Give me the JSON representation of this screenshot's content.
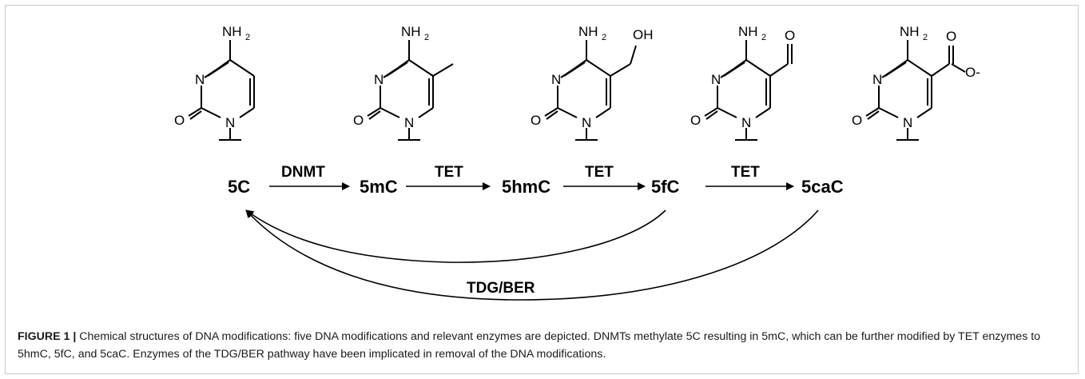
{
  "figure": {
    "caption_label": "FIGURE 1 |",
    "caption_text": "Chemical structures of DNA modifications: five DNA modifications and relevant enzymes are depicted. DNMTs methylate 5C resulting in 5mC, which can be further modified by TET enzymes to 5hmC, 5fC, and 5caC. Enzymes of the TDG/BER pathway have been implicated in removal of the DNA modifications."
  },
  "structures": {
    "amine_label": "NH",
    "amine_sub": "2",
    "ring_n_label": "N",
    "carbonyl_o_label": "O",
    "hydroxyl_label": "OH",
    "formyl_o_label": "O",
    "carboxyl_o_label": "O",
    "carboxylate_label": "O-"
  },
  "pathway": {
    "compounds": [
      "5C",
      "5mC",
      "5hmC",
      "5fC",
      "5caC"
    ],
    "forward_enzymes": [
      "DNMT",
      "TET",
      "TET",
      "TET"
    ],
    "removal_enzyme": "TDG/BER"
  }
}
